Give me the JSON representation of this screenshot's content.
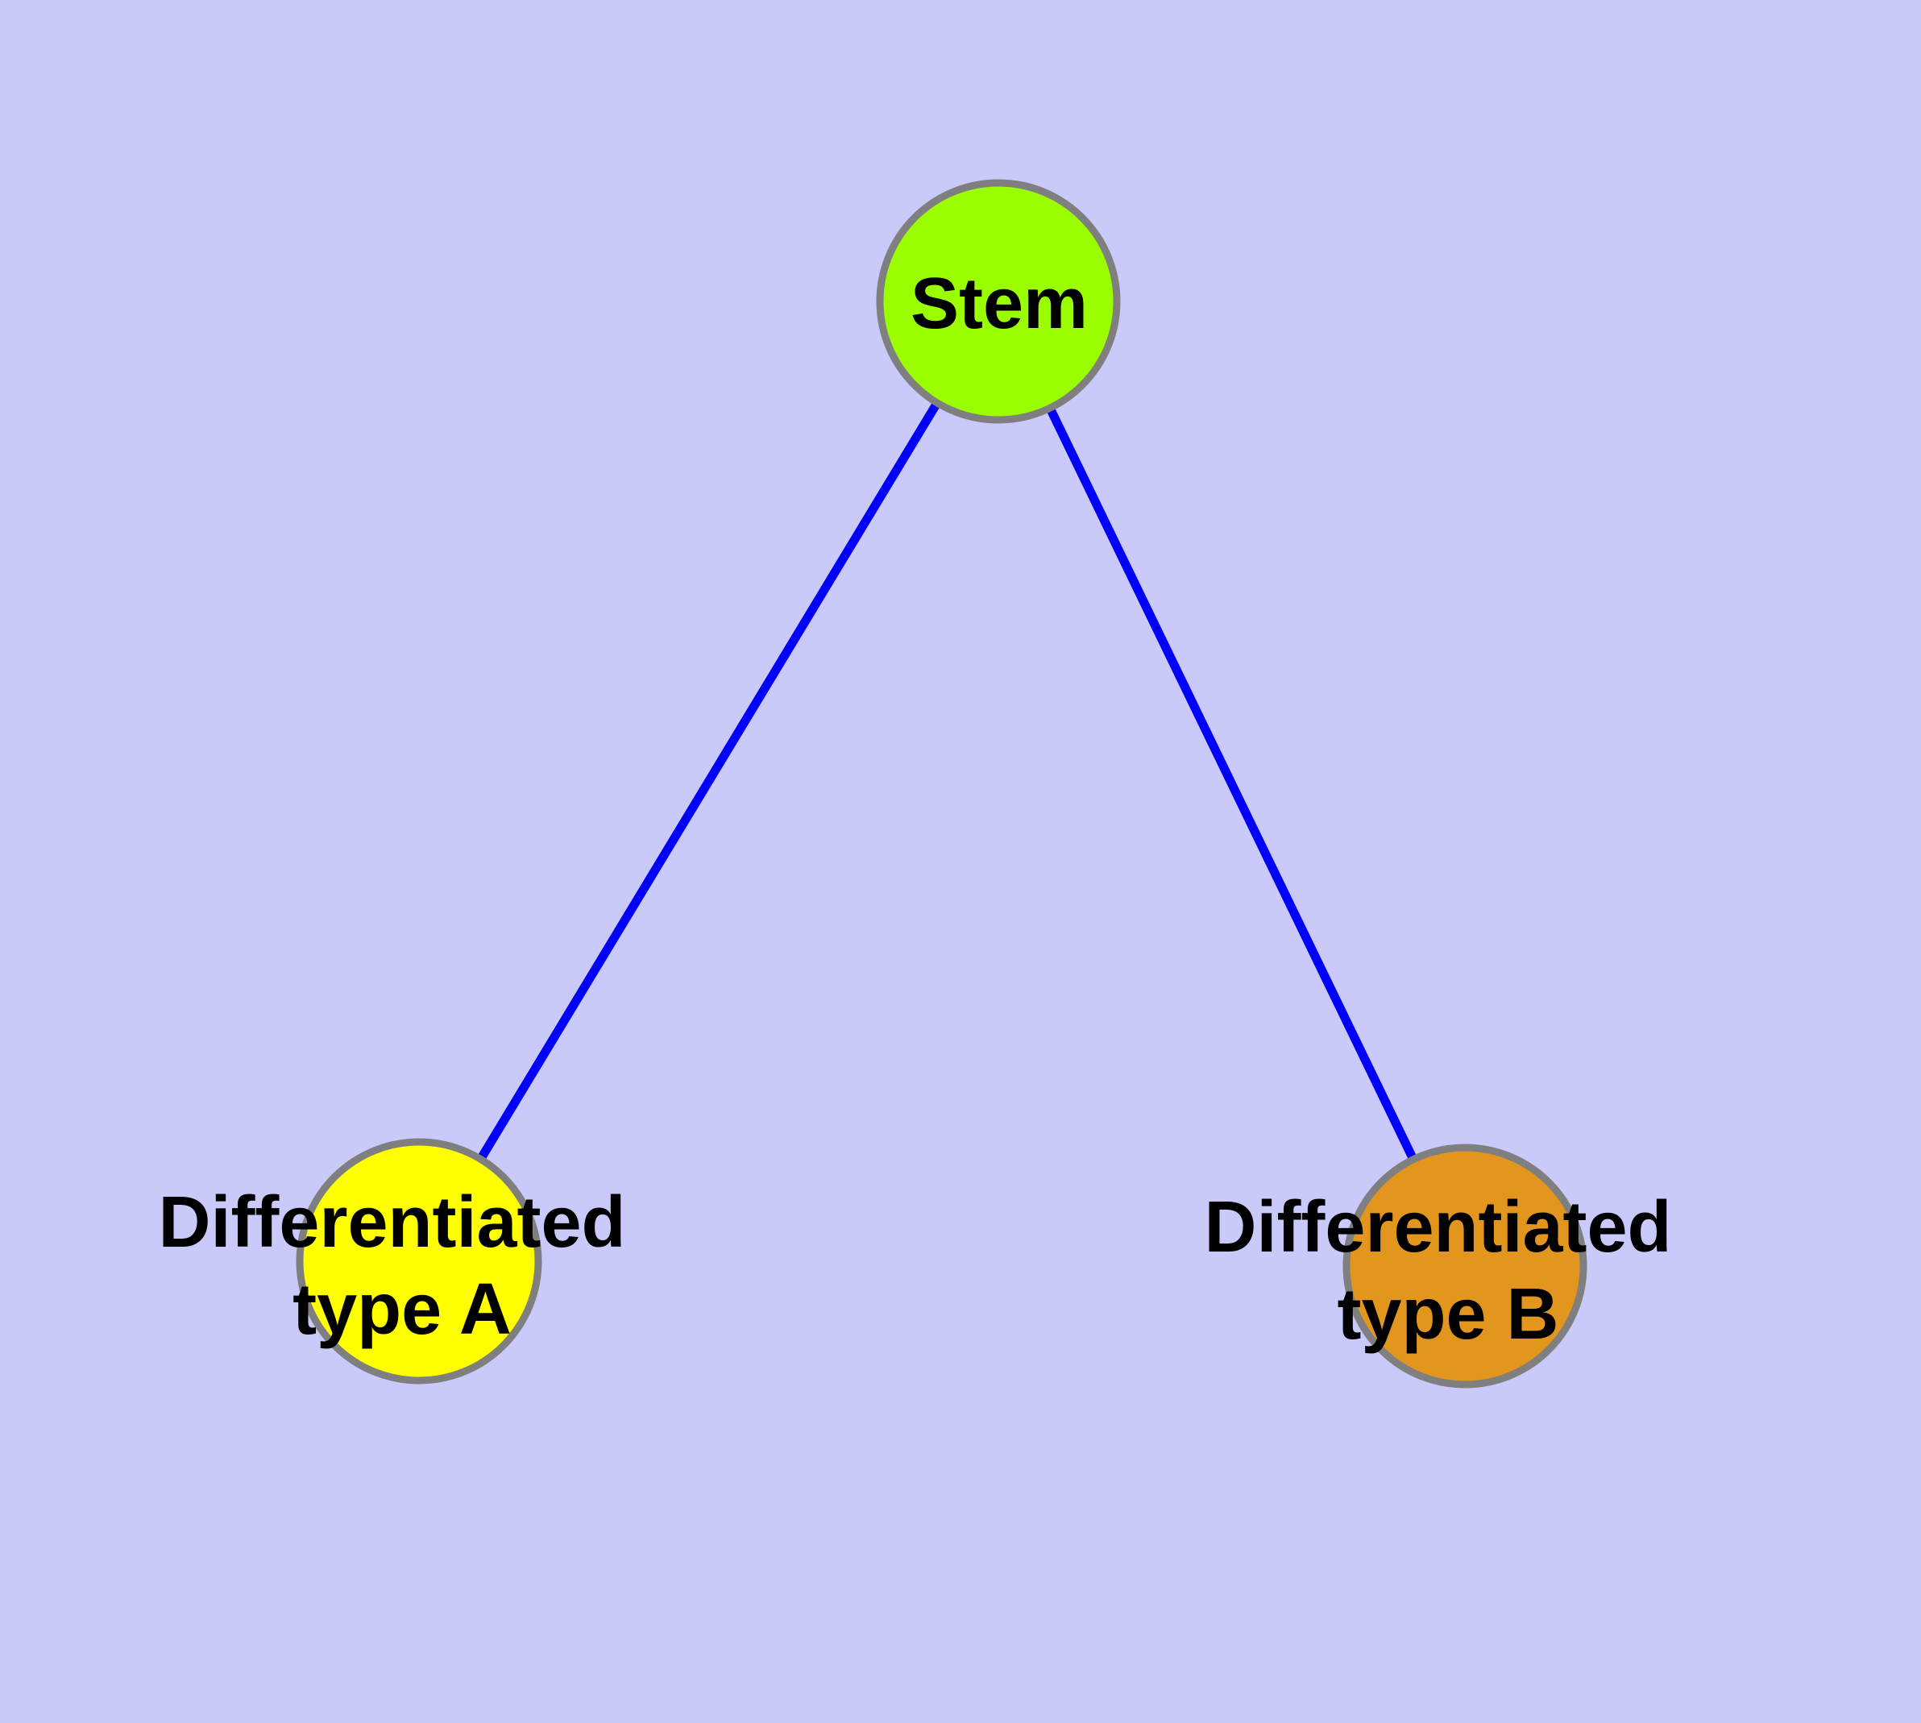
{
  "canvas": {
    "background_color": "#C9C9FA",
    "text_color": "#000000"
  },
  "nodes": [
    {
      "id": "stem",
      "label": "Stem",
      "fill_color": "#9AFE00",
      "border_color": "#7F7F7F"
    },
    {
      "id": "differentiated-type-a",
      "label_line1": "Differentiated",
      "label_line2": "type A",
      "fill_color": "#FFFF00",
      "border_color": "#7F7F7F"
    },
    {
      "id": "differentiated-type-b",
      "label_line1": "Differentiated",
      "label_line2": "type B",
      "fill_color": "#E2961E",
      "border_color": "#7F7F7F"
    }
  ],
  "edges": [
    {
      "from": "stem",
      "to": "differentiated-type-a",
      "color": "#0000FB"
    },
    {
      "from": "stem",
      "to": "differentiated-type-b",
      "color": "#0000FB"
    }
  ]
}
